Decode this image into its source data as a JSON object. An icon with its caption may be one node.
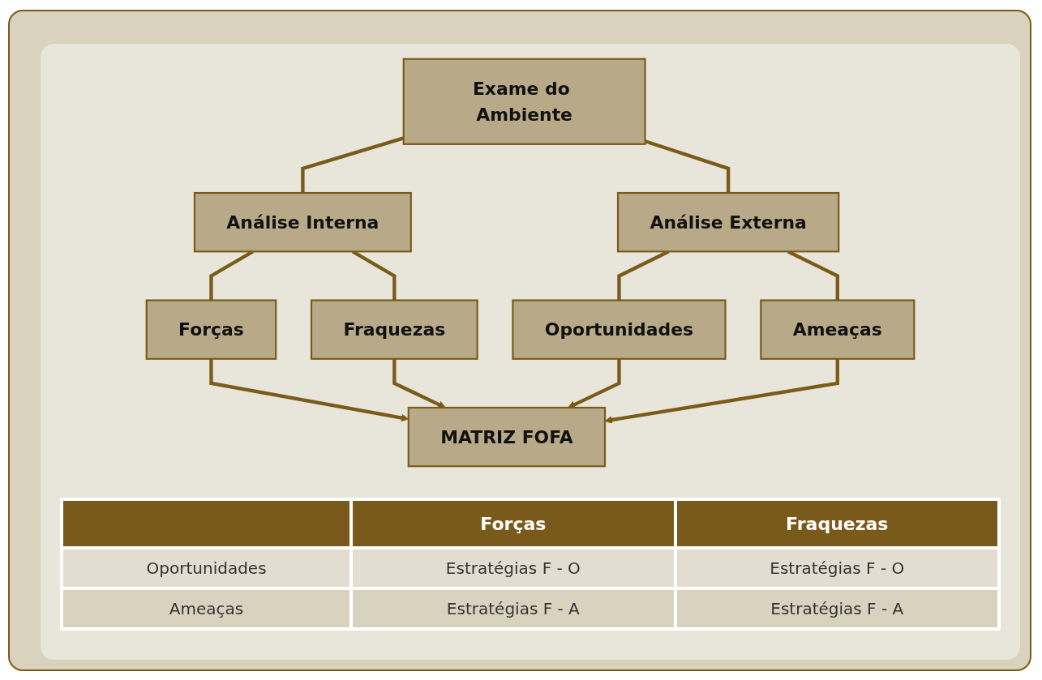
{
  "diagram": {
    "nodes": [
      {
        "text": [
          "Exame do Ambiente"
        ]
      },
      {
        "text": [
          "Análise Interna"
        ]
      },
      {
        "text": [
          "Análise Externa"
        ]
      },
      {
        "text": [
          "Forças"
        ]
      },
      {
        "text": [
          "Fraquezas"
        ]
      },
      {
        "text": [
          "Oportunidades"
        ]
      },
      {
        "text": [
          "Ameaças"
        ]
      },
      {
        "text": [
          "MATRIZ FOFA"
        ]
      }
    ],
    "edges": [
      {
        "from": 0,
        "to": 1,
        "arrow": "none"
      },
      {
        "from": 0,
        "to": 2,
        "arrow": "none"
      },
      {
        "from": 1,
        "to": 3,
        "arrow": "none"
      },
      {
        "from": 1,
        "to": 4,
        "arrow": "none"
      },
      {
        "from": 2,
        "to": 5,
        "arrow": "none"
      },
      {
        "from": 2,
        "to": 6,
        "arrow": "none"
      },
      {
        "from": 3,
        "to": 7,
        "arrow": "to"
      },
      {
        "from": 4,
        "to": 7,
        "arrow": "to"
      },
      {
        "from": 5,
        "to": 7,
        "arrow": "to"
      },
      {
        "from": 6,
        "to": 7,
        "arrow": "to"
      }
    ],
    "labels": [
      "Forças",
      "Fraquezas",
      "Oportunidades",
      "Estratégias F - O",
      "Estratégias F - O",
      "Ameaças",
      "Estratégias F - A",
      "Estratégias F - A"
    ]
  }
}
